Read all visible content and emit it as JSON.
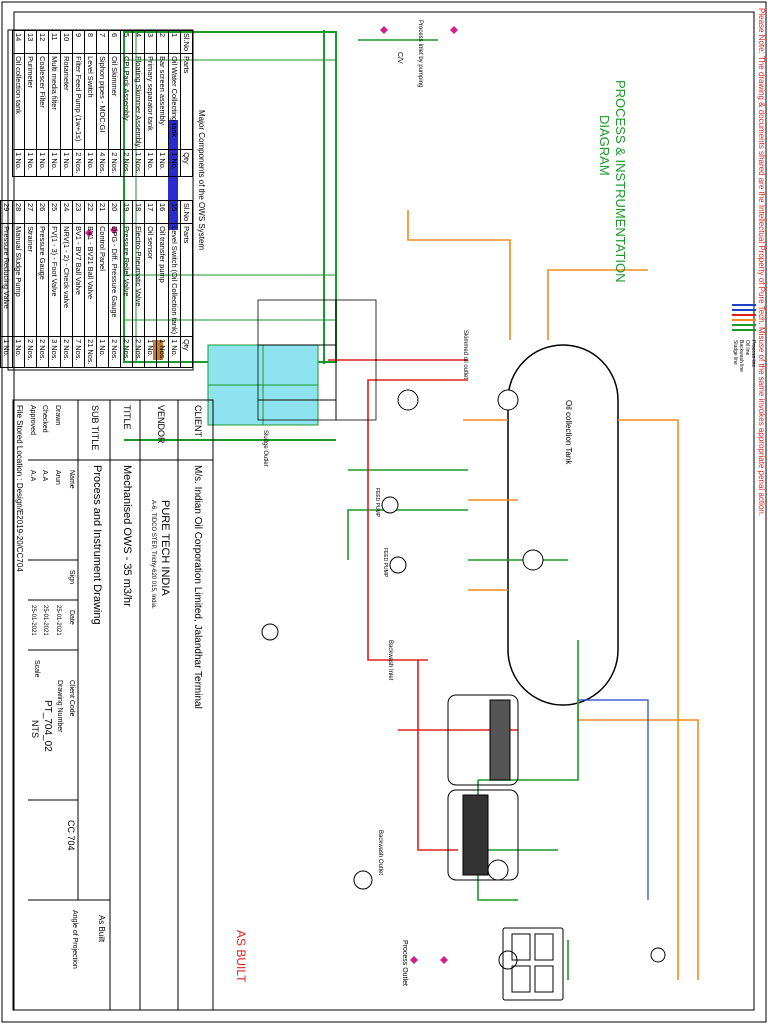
{
  "notice": "Please Note: The drawing & documents shared are the Intellectual Property of Pure Tech. Misuse of the same invokes appropriate penal action.",
  "title": [
    "PROCESS & INSTRUMENTATION",
    "DIAGRAM"
  ],
  "as_built_stamp": "AS BUILT",
  "components_heading": "Major Components of the OWS System",
  "table_headers": {
    "sl": "Sl.No",
    "parts": "Parts",
    "qty": "Qty"
  },
  "components_left": [
    {
      "sl": "1",
      "part": "Oil Water Collecting tank",
      "qty": "1 No."
    },
    {
      "sl": "2",
      "part": "Bar screen assembly",
      "qty": "1 No."
    },
    {
      "sl": "3",
      "part": "Primary separator tank",
      "qty": "1 No."
    },
    {
      "sl": "4",
      "part": "Floating Skimmer Assembly",
      "qty": "1 Nos."
    },
    {
      "sl": "5",
      "part": "CPI Pack Assembly",
      "qty": "2 Nos."
    },
    {
      "sl": "6",
      "part": "Oil Skimmer",
      "qty": "2 Nos."
    },
    {
      "sl": "7",
      "part": "Siphon pipes - MOC:GI",
      "qty": "4 Nos."
    },
    {
      "sl": "8",
      "part": "Level Switch",
      "qty": "1 No."
    },
    {
      "sl": "9",
      "part": "Filter Feed Pump (1w+1s)",
      "qty": "2 Nos."
    },
    {
      "sl": "10",
      "part": "Rotameter",
      "qty": "1 No."
    },
    {
      "sl": "11",
      "part": "Multi media filter",
      "qty": "1 No."
    },
    {
      "sl": "12",
      "part": "Coalescer Filter",
      "qty": "1 No."
    },
    {
      "sl": "13",
      "part": "Purimeter",
      "qty": "1 No."
    },
    {
      "sl": "14",
      "part": "Oil collection tank",
      "qty": "1 No."
    }
  ],
  "components_right": [
    {
      "sl": "15",
      "part": "Level Switch (Oil Collection tank)",
      "qty": "1 No."
    },
    {
      "sl": "16",
      "part": "Oil transfer pump",
      "qty": "1 Nos."
    },
    {
      "sl": "17",
      "part": "Oil sensor",
      "qty": "1 No."
    },
    {
      "sl": "18",
      "part": "Electro-Pneumatic Valve",
      "qty": "2 Nos."
    },
    {
      "sl": "19",
      "part": "Pressure Relief Valve",
      "qty": "2 Nos."
    },
    {
      "sl": "20",
      "part": "DPG - Diff. Pressure Gauge",
      "qty": "2 Nos."
    },
    {
      "sl": "21",
      "part": "Control Panel",
      "qty": "1 No."
    },
    {
      "sl": "22",
      "part": "BV1 - BV21 Ball Valve",
      "qty": "21 Nos."
    },
    {
      "sl": "23",
      "part": "BV1 - BV7 Ball Valve",
      "qty": "7 Nos."
    },
    {
      "sl": "24",
      "part": "NRV(1 - 2) - Check valve",
      "qty": "2 Nos."
    },
    {
      "sl": "25",
      "part": "FV(1 - 3) - Foot Valve",
      "qty": "3 Nos."
    },
    {
      "sl": "26",
      "part": "Pressure Gauge",
      "qty": "2 Nos."
    },
    {
      "sl": "27",
      "part": "Strainer",
      "qty": "2 Nos."
    },
    {
      "sl": "28",
      "part": "Manual Sludge Pump",
      "qty": "1 No."
    },
    {
      "sl": "29",
      "part": "Pressure Reducing Valve",
      "qty": "1 No."
    }
  ],
  "title_block": {
    "client_label": "CLIENT",
    "client": "M/s. Indian Oil Corporation Limited, Jalandhar Terminal",
    "vendor_label": "VENDOR",
    "vendor_name": "PURE TECH INDIA",
    "vendor_address": "A-6, TIDCO STEP, Trichy-620 015, India.",
    "title_label": "TITLE",
    "title": "Mechanised OWS - 35 m3/hr",
    "subtitle_label": "SUB TITLE",
    "subtitle": "Process and Instrument Drawing",
    "col_name": "Name",
    "col_sign": "Sign",
    "col_date": "Date",
    "client_code_label": "Client Code",
    "client_code": "CC 704",
    "drawn_label": "Drawn",
    "drawn_name": "Arun",
    "drawn_date": "25-01-2021",
    "drawing_number_label": "Drawing Number",
    "drawing_number": "PT_704_02",
    "checked_label": "Checked",
    "checked_name": "A.A",
    "checked_date": "25-01-2021",
    "approved_label": "Approved",
    "approved_name": "A.A",
    "approved_date": "25-01-2021",
    "scale_label": "Scale",
    "scale": "NTS",
    "as_built": "As Built",
    "projection": "Angle of Projection",
    "file_location": "File Stored Location : Design/E2019-20/CC704"
  },
  "diagram_labels": {
    "process_inlet": "Process Inlet by pumping",
    "process_outlet": "Process Outlet",
    "oil_tank": "Oil collection Tank",
    "skimmed_oil": "Skimmed oil outlet",
    "sludge_outlet": "Sludge Outlet",
    "backwash_inlet": "Backwash Inlet",
    "backwash_outlet": "Backwash Outlet",
    "feed_pump": "FEED PUMP",
    "cv": "C/V"
  },
  "legend_lines": [
    "Process line",
    "Oil line",
    "Backwash line",
    "Sludge line",
    "Air line",
    "Cable line"
  ],
  "colors": {
    "process": "#1a9a2a",
    "oil": "#f28c1e",
    "backwash": "#e0201b",
    "air": "#2040c8",
    "notice": "#e0201b",
    "tank_water": "#8fe3ef",
    "skimmer_band": "#2a2ad0",
    "platform": "#c87a2a",
    "cv_marker": "#d0208a"
  }
}
